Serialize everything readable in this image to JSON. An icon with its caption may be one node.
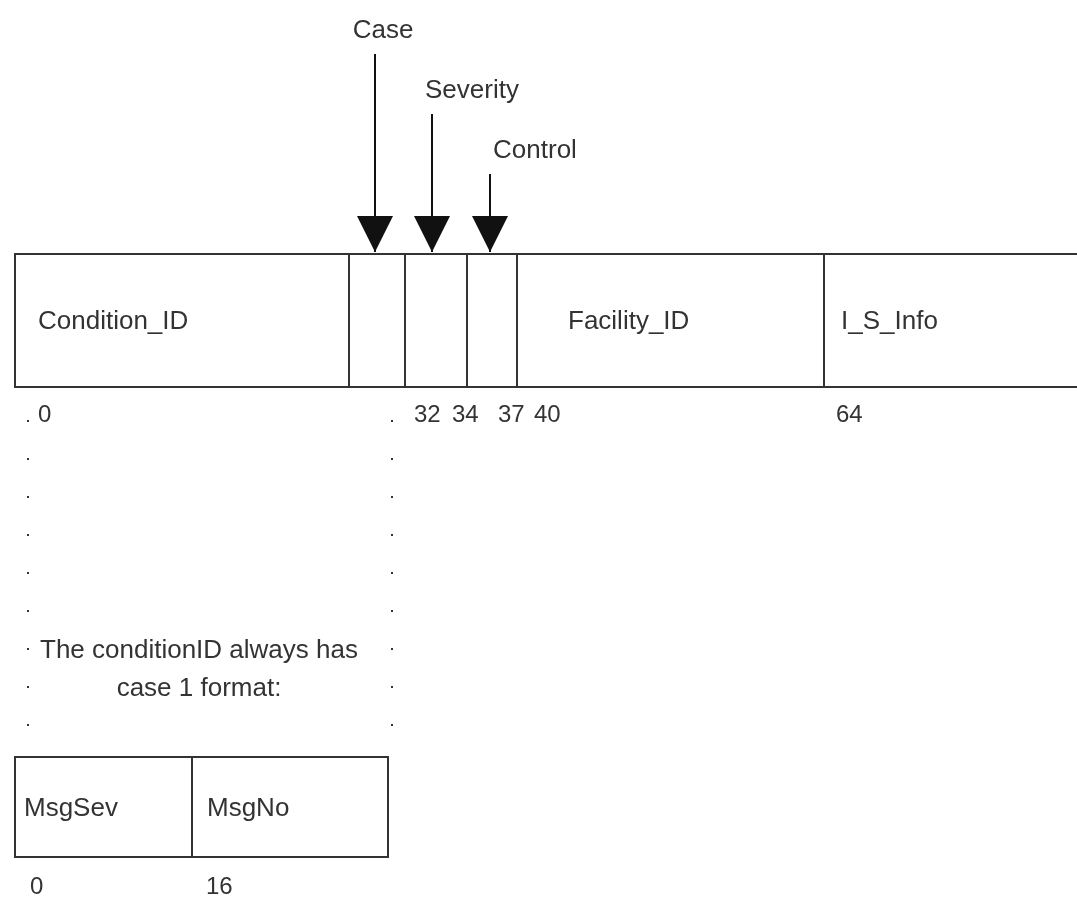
{
  "diagram": {
    "nodes": [
      {
        "text": [
          "Condition_ID"
        ]
      },
      {
        "text": [],
        "shape": "box"
      },
      {
        "text": [],
        "shape": "box"
      },
      {
        "text": [],
        "shape": "box"
      },
      {
        "text": [
          "Facility_ID"
        ]
      },
      {
        "text": [
          "I_S_Info"
        ]
      },
      {
        "text": [
          "Case"
        ]
      },
      {
        "text": [
          "Severity"
        ]
      },
      {
        "text": [
          "Control"
        ]
      },
      {
        "text": [
          "MsgSev"
        ]
      },
      {
        "text": [
          "MsgNo"
        ]
      }
    ],
    "edges": [
      {
        "from": 6,
        "to": 1,
        "arrow": "to"
      },
      {
        "from": 7,
        "to": 2,
        "arrow": "to"
      },
      {
        "from": 8,
        "to": 3,
        "arrow": "to"
      }
    ],
    "labels": [
      "0",
      "32",
      "34",
      "37",
      "40",
      "64",
      "The conditionID always has case 1 format:",
      "0",
      "16"
    ]
  }
}
